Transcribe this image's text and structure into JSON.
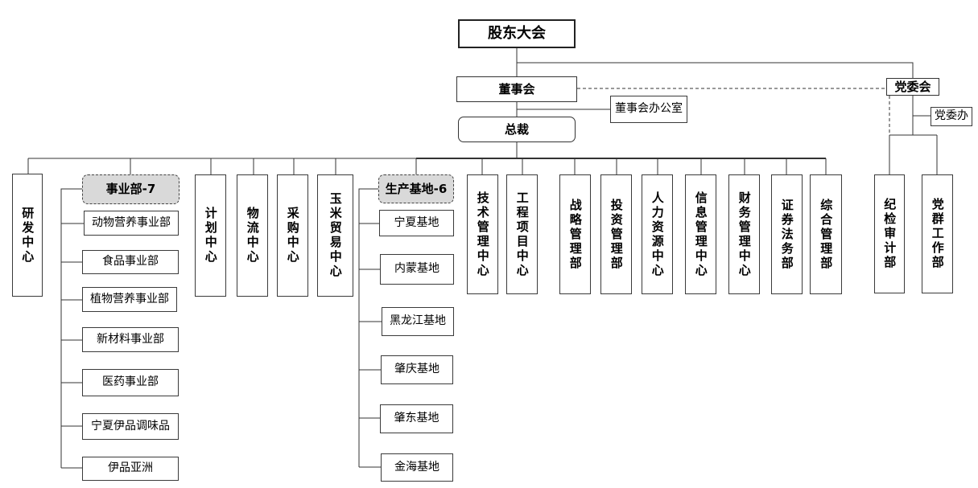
{
  "top": {
    "shareholders": "股东大会",
    "board": "董事会",
    "board_office": "董事会办公室",
    "president": "总裁",
    "party_committee": "党委会",
    "party_office": "党委办"
  },
  "departments": {
    "rd": "研发中心",
    "business_units": "事业部-7",
    "planning": "计划中心",
    "logistics": "物流中心",
    "purchasing": "采购中心",
    "corn_trade": "玉米贸易中心",
    "production_bases": "生产基地-6",
    "tech_mgmt": "技术管理中心",
    "engineering": "工程项目中心",
    "strategy": "战略管理部",
    "investment": "投资管理部",
    "hr": "人力资源中心",
    "info": "信息管理中心",
    "finance": "财务管理中心",
    "securities": "证券法务部",
    "general_mgmt": "综合管理部",
    "discipline": "纪检审计部",
    "party_mass": "党群工作部"
  },
  "business_units": [
    "动物营养事业部",
    "食品事业部",
    "植物营养事业部",
    "新材料事业部",
    "医药事业部",
    "宁夏伊品调味品",
    "伊品亚洲"
  ],
  "production_bases": [
    "宁夏基地",
    "内蒙基地",
    "黑龙江基地",
    "肇庆基地",
    "肇东基地",
    "金海基地"
  ]
}
